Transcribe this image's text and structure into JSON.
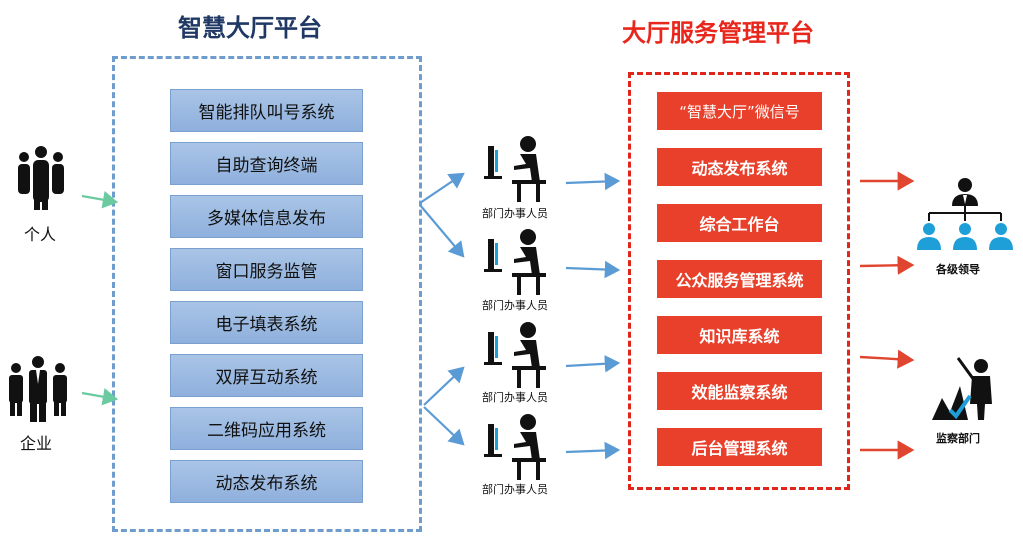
{
  "left_platform": {
    "title": "智慧大厅平台",
    "systems": [
      "智能排队叫号系统",
      "自助查询终端",
      "多媒体信息发布",
      "窗口服务监管",
      "电子填表系统",
      "双屏互动系统",
      "二维码应用系统",
      "动态发布系统"
    ]
  },
  "users": {
    "individual": "个人",
    "enterprise": "企业"
  },
  "staff": {
    "labels": [
      "部门办事人员",
      "部门办事人员",
      "部门办事人员",
      "部门办事人员"
    ]
  },
  "right_platform": {
    "title": "大厅服务管理平台",
    "systems": [
      "“智慧大厅”微信号",
      "动态发布系统",
      "综合工作台",
      "公众服务管理系统",
      "知识库系统",
      "效能监察系统",
      "后台管理系统"
    ]
  },
  "targets": {
    "leaders": "各级领导",
    "supervision": "监察部门"
  },
  "colors": {
    "left_title": "#1f3864",
    "right_title": "#e8261b",
    "blue_box": "#9dbbe3",
    "red_box": "#e8402a",
    "blue_arrow": "#5b9bd5",
    "green_arrow": "#6ccaa0",
    "red_arrow": "#e0452f",
    "leader_icon": "#1f9fd8"
  }
}
